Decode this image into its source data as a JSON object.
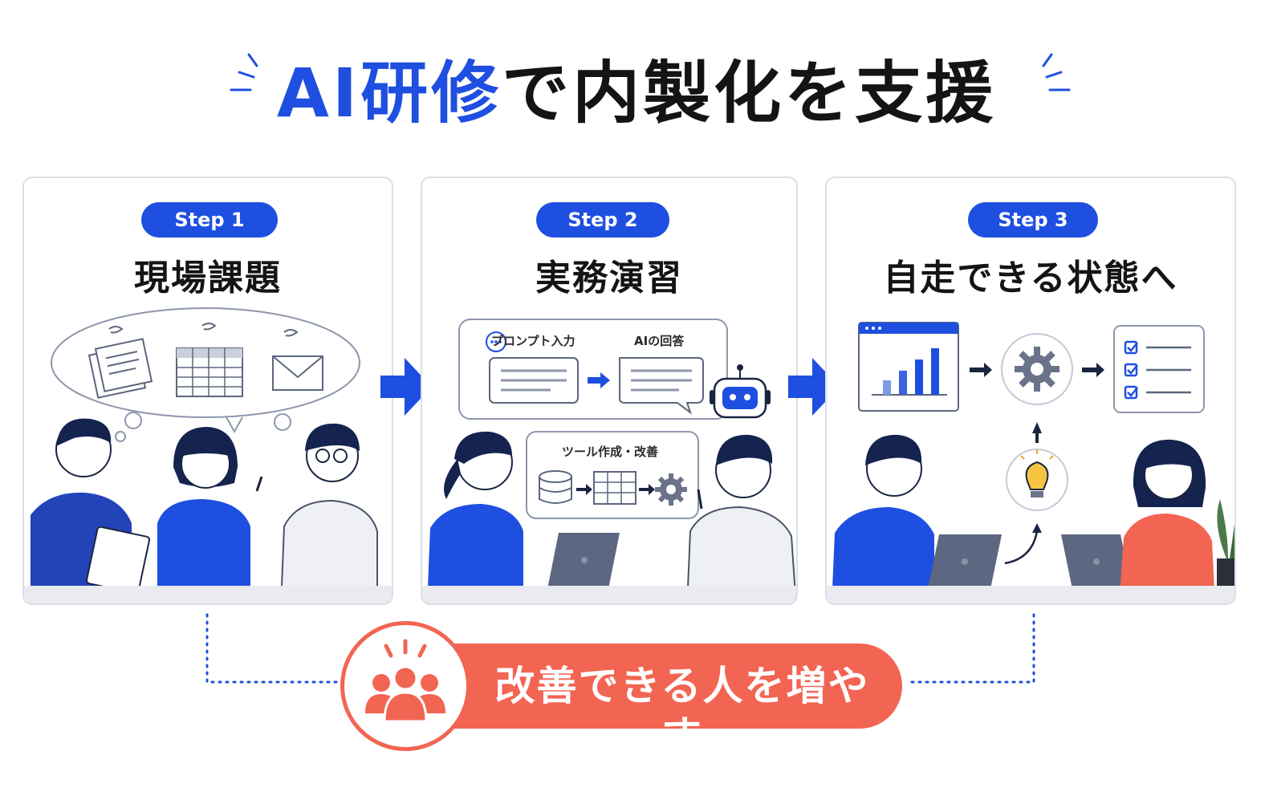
{
  "title": {
    "accent": "AI研修",
    "rest": "で内製化を支援"
  },
  "steps": [
    {
      "badge": "Step 1",
      "title": "現場課題"
    },
    {
      "badge": "Step 2",
      "title": "実務演習",
      "prompt_label": "プロンプト入力",
      "answer_label": "AIの回答",
      "tool_label": "ツール作成・改善"
    },
    {
      "badge": "Step 3",
      "title": "自走できる状態へ"
    }
  ],
  "bottom": {
    "text": "改善できる人を増やす"
  },
  "colors": {
    "primary": "#1f4fe0",
    "accent": "#f26552",
    "border": "#dcdfe8"
  },
  "icons": [
    "document-icon",
    "table-icon",
    "mail-icon",
    "chat-icon",
    "robot-icon",
    "database-icon",
    "gear-icon",
    "chart-icon",
    "checklist-icon",
    "lightbulb-icon",
    "people-icon"
  ]
}
